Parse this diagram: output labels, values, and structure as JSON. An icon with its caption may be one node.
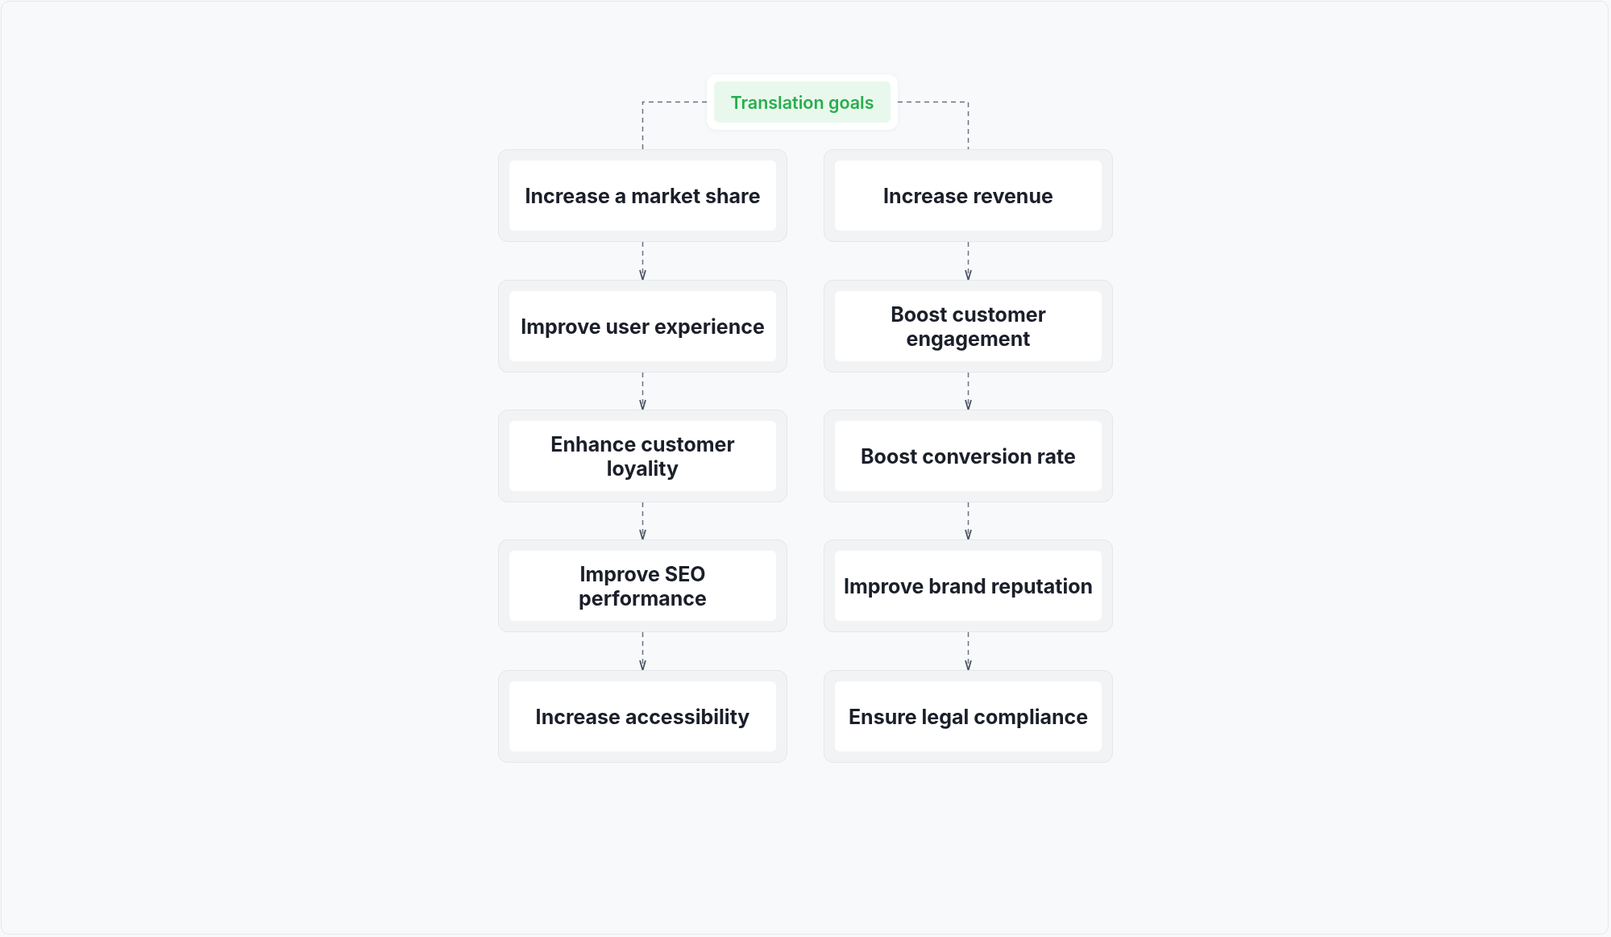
{
  "diagram": {
    "nodes": [
      {
        "text": [
          "Translation goals"
        ]
      },
      {
        "text": [
          "Increase a market share"
        ]
      },
      {
        "text": [
          "Improve user experience"
        ]
      },
      {
        "text": [
          "Enhance customer loyality"
        ]
      },
      {
        "text": [
          "Improve SEO performance"
        ]
      },
      {
        "text": [
          "Increase accessibility"
        ]
      },
      {
        "text": [
          "Increase revenue"
        ]
      },
      {
        "text": [
          "Boost customer engagement"
        ]
      },
      {
        "text": [
          "Boost conversion rate"
        ]
      },
      {
        "text": [
          "Improve brand reputation"
        ]
      },
      {
        "text": [
          "Ensure legal compliance"
        ]
      }
    ],
    "edges": [
      {
        "from": 0,
        "to": 1,
        "arrow": "none",
        "style": "dashed"
      },
      {
        "from": 0,
        "to": 6,
        "arrow": "none",
        "style": "dashed"
      },
      {
        "from": 1,
        "to": 2,
        "arrow": "to",
        "style": "dashed"
      },
      {
        "from": 2,
        "to": 3,
        "arrow": "to",
        "style": "dashed"
      },
      {
        "from": 3,
        "to": 4,
        "arrow": "to",
        "style": "dashed"
      },
      {
        "from": 4,
        "to": 5,
        "arrow": "to",
        "style": "dashed"
      },
      {
        "from": 6,
        "to": 7,
        "arrow": "to",
        "style": "dashed"
      },
      {
        "from": 7,
        "to": 8,
        "arrow": "to",
        "style": "dashed"
      },
      {
        "from": 8,
        "to": 9,
        "arrow": "to",
        "style": "dashed"
      },
      {
        "from": 9,
        "to": 10,
        "arrow": "to",
        "style": "dashed"
      }
    ]
  }
}
